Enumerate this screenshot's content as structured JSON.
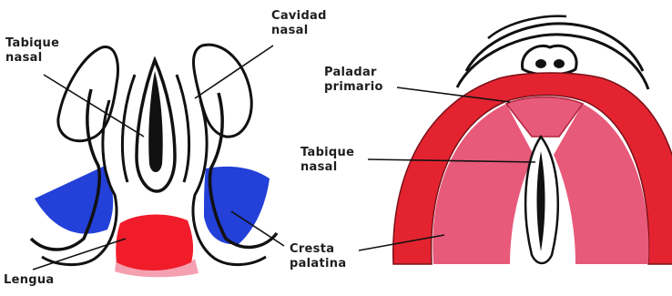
{
  "labels": {
    "tabique_nasal_left": "Tabique\nnasal",
    "cavidad_nasal": "Cavidad\nnasal",
    "lengua": "Lengua",
    "cresta_palatina": "Cresta\npalatina",
    "paladar_primario": "Paladar\nprimario",
    "tabique_nasal_right": "Tabique\nnasal"
  },
  "colors": {
    "palate_red": "#e32430",
    "palate_pink": "#e85a7a",
    "tongue_red": "#f01c2a",
    "tongue_pink": "#f4a0b0",
    "blue": "#2340d8",
    "outline": "#111111"
  }
}
